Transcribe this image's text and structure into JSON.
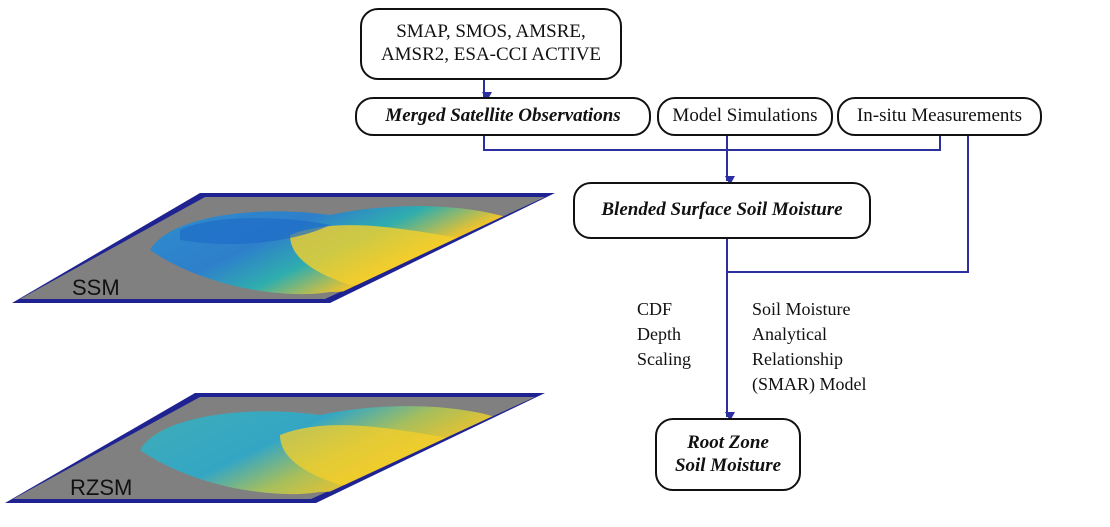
{
  "sources_box": {
    "line1": "SMAP, SMOS, AMSRE,",
    "line2": "AMSR2, ESA-CCI ACTIVE"
  },
  "merged_box": "Merged Satellite Observations",
  "model_box": "Model Simulations",
  "insitu_box": "In-situ Measurements",
  "blended_box": "Blended Surface Soil Moisture",
  "root_box": {
    "line1": "Root Zone",
    "line2": "Soil Moisture"
  },
  "cdf_label": "CDF\nDepth\nScaling",
  "smar_label": "Soil Moisture\nAnalytical\nRelationship\n(SMAR) Model",
  "maps": {
    "top_label": "SSM",
    "bottom_label": "RZSM"
  },
  "colors": {
    "line": "#2b2fa0",
    "frame": "#1f2391",
    "map_bg": "#808080"
  }
}
